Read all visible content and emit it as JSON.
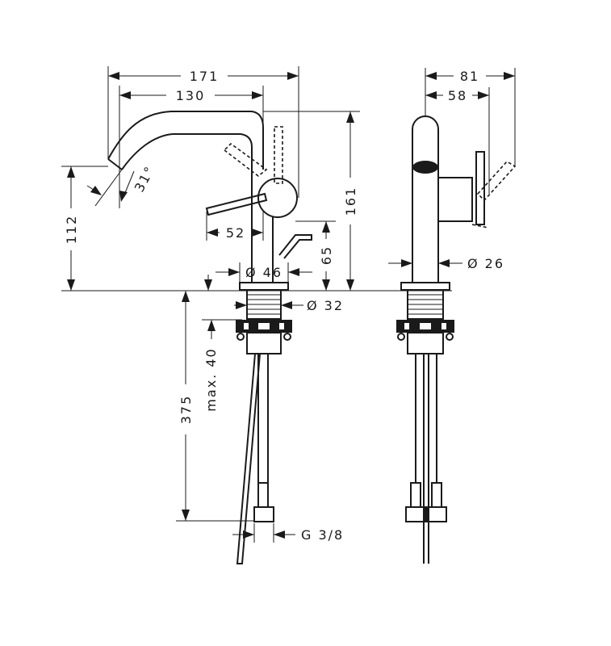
{
  "dimensions": {
    "overall_reach": "171",
    "spout_reach": "130",
    "handle_reach": "52",
    "spout_angle": "31°",
    "spout_height": "112",
    "total_height": "161",
    "lever_height": "65",
    "base_diameter": "Ø 46",
    "shank_diameter": "Ø 32",
    "below_deck_length": "375",
    "deck_thickness": "max. 40",
    "connection_thread": "G 3/8",
    "side_depth": "81",
    "side_handle_depth": "58",
    "body_diameter": "Ø 26"
  }
}
